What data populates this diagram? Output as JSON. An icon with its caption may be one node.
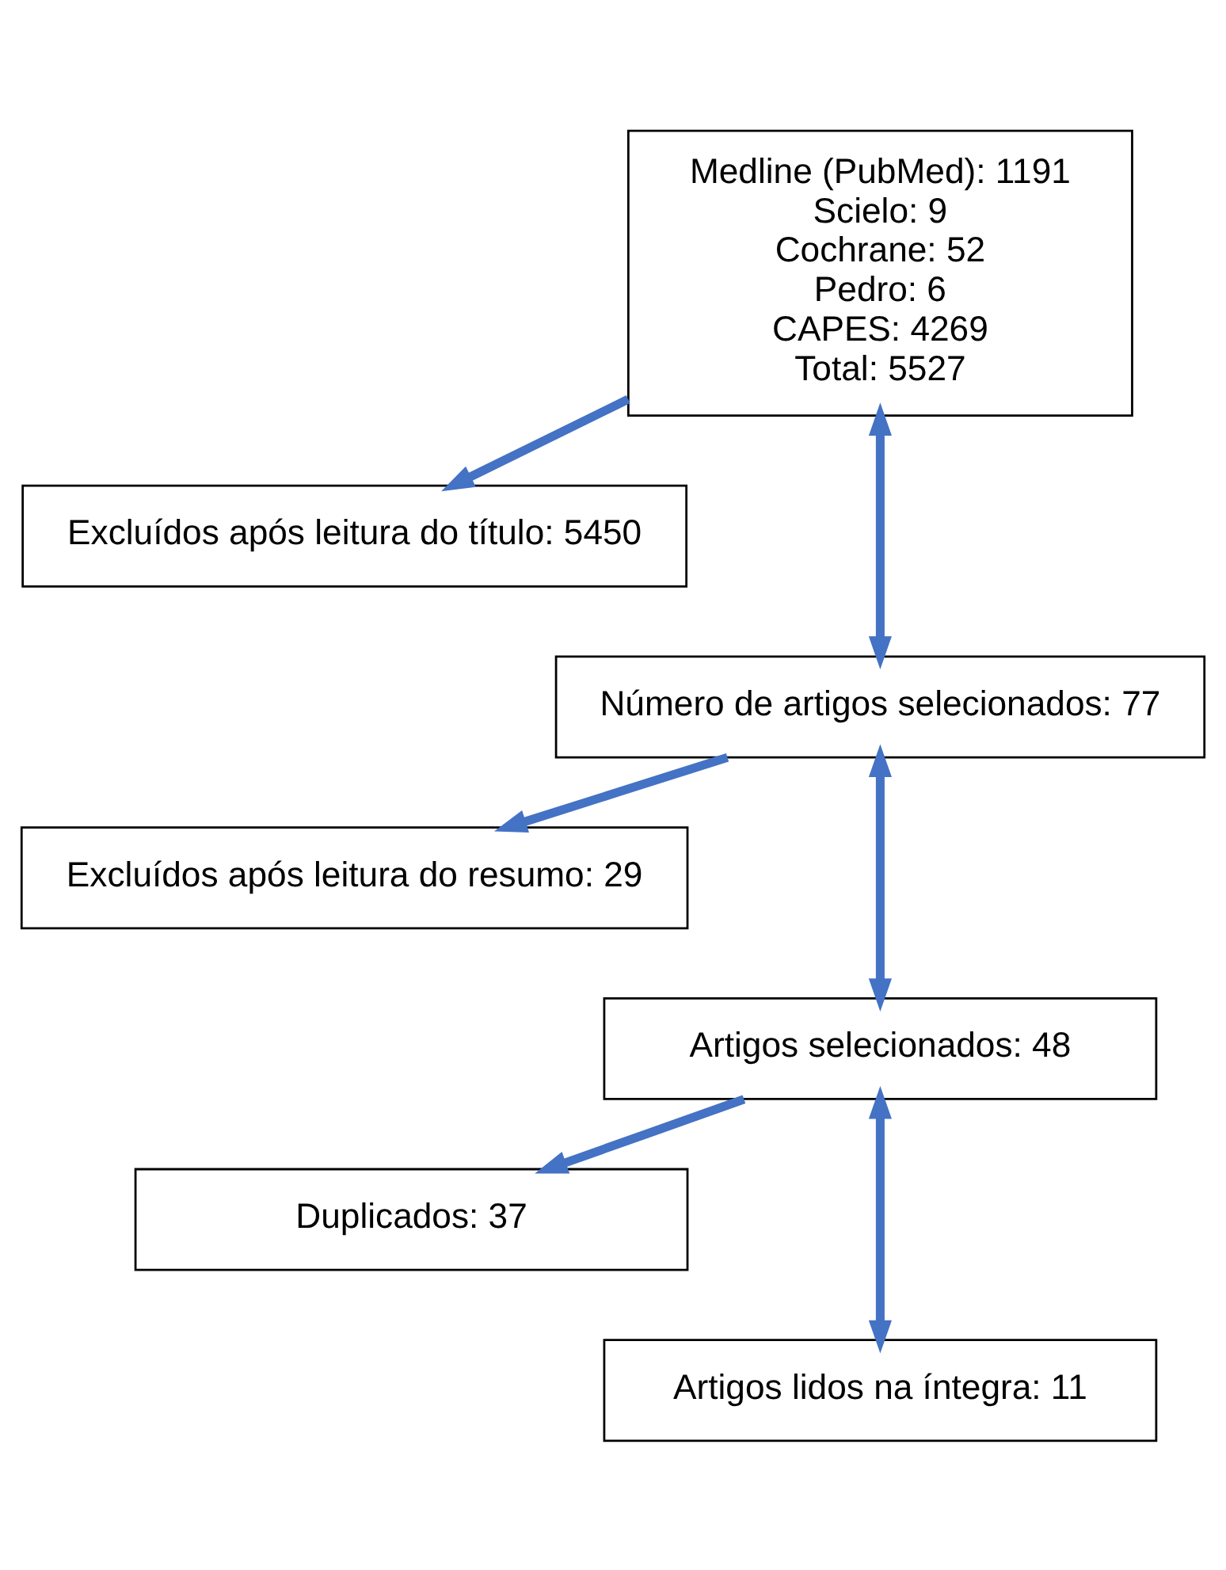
{
  "diagram": {
    "nodes": [
      {
        "text": [
          "Medline (PubMed): 1191",
          "Scielo: 9",
          "Cochrane: 52",
          "Pedro: 6",
          "CAPES: 4269",
          "Total: 5527"
        ]
      },
      {
        "text": [
          "Excluídos após leitura do título: 5450"
        ]
      },
      {
        "text": [
          "Número de artigos selecionados: 77"
        ]
      },
      {
        "text": [
          "Excluídos após leitura do resumo: 29"
        ]
      },
      {
        "text": [
          "Artigos selecionados: 48"
        ]
      },
      {
        "text": [
          "Duplicados: 37"
        ]
      },
      {
        "text": [
          "Artigos lidos na íntegra: 11"
        ]
      }
    ],
    "edges": [
      {
        "from": 0,
        "to": 2,
        "arrow": "both"
      },
      {
        "from": 0,
        "to": 1,
        "arrow": "to"
      },
      {
        "from": 2,
        "to": 4,
        "arrow": "both"
      },
      {
        "from": 2,
        "to": 3,
        "arrow": "to"
      },
      {
        "from": 4,
        "to": 6,
        "arrow": "both"
      },
      {
        "from": 4,
        "to": 5,
        "arrow": "to"
      }
    ]
  }
}
